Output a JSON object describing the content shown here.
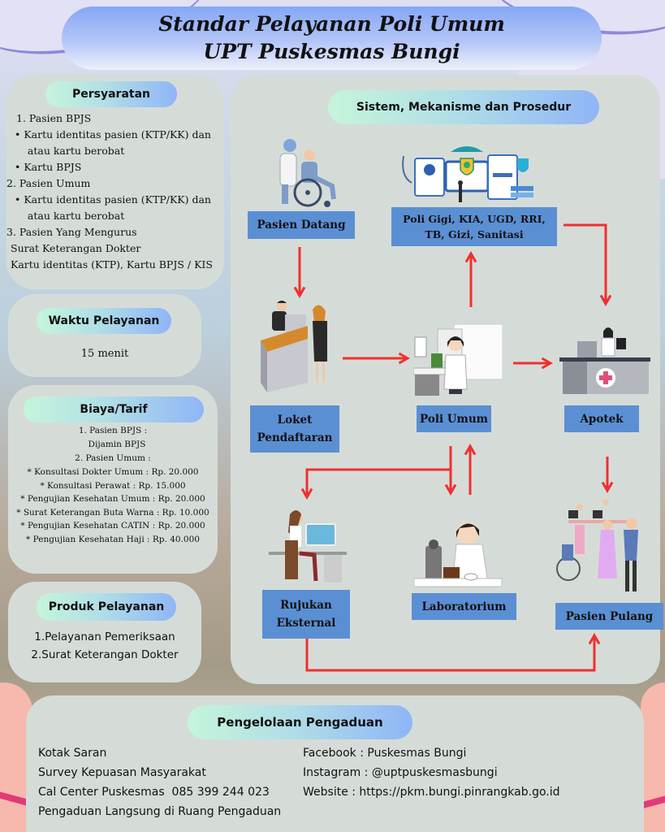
{
  "title": {
    "line1": "Standar Pelayanan Poli Umum",
    "line2": "UPT Puskesmas Bungi"
  },
  "persyaratan": {
    "heading": "Persyaratan",
    "lines": [
      "1. Pasien BPJS",
      "•  Kartu identitas pasien (KTP/KK) dan",
      "    atau kartu berobat",
      "•  Kartu BPJS",
      "2. Pasien Umum",
      "•  Kartu identitas pasien (KTP/KK) dan",
      "    atau kartu berobat",
      "3. Pasien Yang Mengurus",
      "Surat Keterangan Dokter",
      "Kartu identitas (KTP), Kartu BPJS / KIS"
    ]
  },
  "waktu": {
    "heading": "Waktu Pelayanan",
    "value": "15 menit"
  },
  "biaya": {
    "heading": "Biaya/Tarif",
    "lines": [
      "1. Pasien BPJS :",
      "Dijamin BPJS",
      "2. Pasien Umum :"
    ],
    "items": [
      {
        "name": "* Konsultasi Dokter Umum",
        "price": ": Rp. 20.000"
      },
      {
        "name": "* Konsultasi Perawat",
        "price": ": Rp. 15.000"
      },
      {
        "name": "* Pengujian Kesehatan Umum",
        "price": ": Rp. 20.000"
      },
      {
        "name": "* Surat Keterangan Buta Warna",
        "price": ": Rp. 10.000"
      },
      {
        "name": "* Pengujian Kesehatan CATIN",
        "price": ": Rp. 20.000"
      },
      {
        "name": "* Pengujian Kesehatan Haji",
        "price": ": Rp. 40.000"
      }
    ]
  },
  "produk": {
    "heading": "Produk Pelayanan",
    "items": [
      "1.Pelayanan Pemeriksaan",
      "2.Surat Keterangan Dokter"
    ]
  },
  "flow": {
    "heading": "Sistem, Mekanisme dan Prosedur",
    "nodes": {
      "pasien_datang": "Pasien Datang",
      "poli_lain": "Poli Gigi, KIA, UGD, RRI, TB, Gizi, Sanitasi",
      "loket": "Loket Pendaftaran",
      "poli_umum": "Poli Umum",
      "apotek": "Apotek",
      "rujukan": "Rujukan Eksternal",
      "lab": "Laboratorium",
      "pasien_pulang": "Pasien Pulang"
    },
    "node_color": "#5b8fd3",
    "arrow_color": "#f0302f"
  },
  "pengaduan": {
    "heading": "Pengelolaan Pengaduan",
    "left": [
      "Kotak Saran",
      "Survey Kepuasan Masyarakat",
      "Cal Center Puskesmas  085 399 244 023",
      "Pengaduan Langsung di Ruang Pengaduan"
    ],
    "right": [
      "Facebook : Puskesmas Bungi",
      "Instagram : @uptpuskesmasbungi",
      "Website : https://pkm.bungi.pinrangkab.go.id"
    ]
  }
}
